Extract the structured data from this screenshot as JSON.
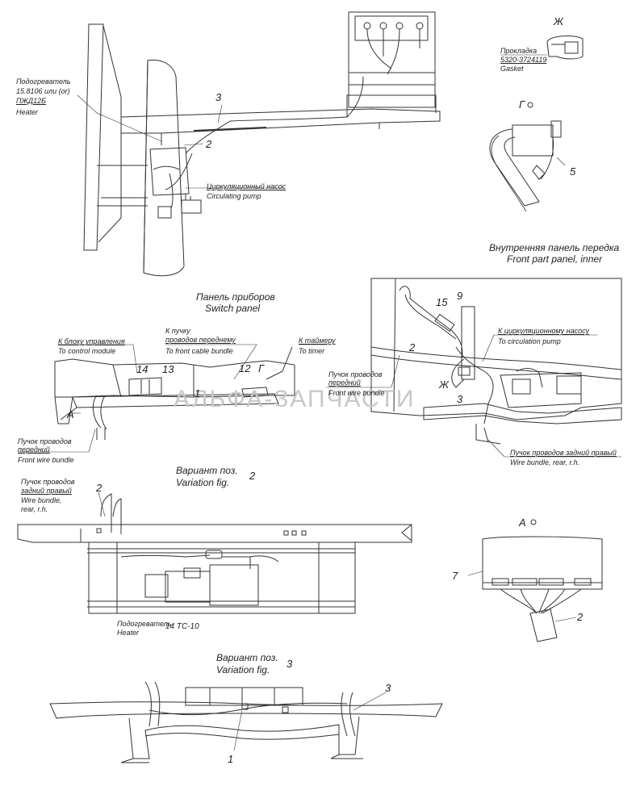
{
  "watermark": "АЛЬФА-ЗАПЧАСТИ",
  "top_left": {
    "heater_label": [
      "Подогреватель",
      "15.8106 или (or)",
      "ПЖД12Б"
    ],
    "heater_en": "Heater",
    "pump_ru": "Циркуляционный насос",
    "pump_en": "Circulating pump",
    "callout_3": "3",
    "callout_2": "2"
  },
  "detail_zh": {
    "letter": "Ж",
    "gasket_ru": "Прокладка",
    "gasket_part": "5320-3724119",
    "gasket_en": "Gasket"
  },
  "detail_g": {
    "letter": "Г",
    "callout_5": "5"
  },
  "inner_panel": {
    "title_ru": "Внутренняя панель передка",
    "title_en": "Front part panel, inner",
    "callout_15": "15",
    "callout_9": "9",
    "callout_2": "2",
    "callout_3": "3",
    "zh_mark": "Ж",
    "pump_ru": "К циркуляционному насосу",
    "pump_en": "To circulation pump",
    "front_bundle_ru": [
      "Пучок проводов",
      "передний"
    ],
    "front_bundle_en": "Front wire bundle",
    "rear_bundle_ru": "Пучок проводов задний правый",
    "rear_bundle_en": "Wire bundle, rear, r.h."
  },
  "switch_panel": {
    "title_ru": "Панель приборов",
    "title_en": "Switch panel",
    "ctrl_ru": "К блоку управления",
    "ctrl_en": "To control module",
    "cable_ru": [
      "К пучку",
      "проводов переднему"
    ],
    "cable_en": "To front cable bundle",
    "timer_ru": "К таймеру",
    "timer_en": "To timer",
    "callout_14": "14",
    "callout_13": "13",
    "callout_12": "12",
    "callout_1": "1",
    "mark_g": "Г",
    "mark_a": "А",
    "bundle_ru": [
      "Пучок проводов",
      "передний"
    ],
    "bundle_en": "Front wire bundle"
  },
  "variation2": {
    "title_ru": "Вариант поз.",
    "title_en": "Variation fig.",
    "fig": "2",
    "bundle_ru": [
      "Пучок проводов",
      "задний правый"
    ],
    "bundle_en": [
      "Wire bundle,",
      "rear, r.h."
    ],
    "callout_2": "2",
    "heater_ru": "Подогреватель",
    "heater_model": "14 ТС-10",
    "heater_en": "Heater"
  },
  "detail_a": {
    "letter": "А",
    "callout_7": "7",
    "callout_2": "2"
  },
  "variation3": {
    "title_ru": "Вариант поз.",
    "title_en": "Variation fig.",
    "fig": "3",
    "callout_3": "3",
    "callout_1": "1"
  }
}
